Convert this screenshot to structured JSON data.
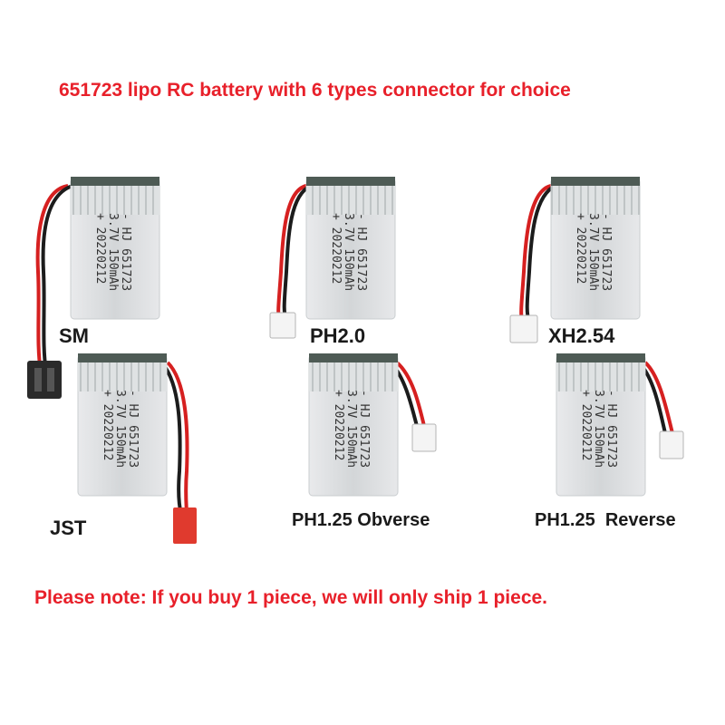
{
  "title": "651723 lipo RC battery with 6 types connector for choice",
  "note": "Please note: If you buy 1 piece, we will only ship 1 piece.",
  "battery_label": {
    "line1": "- HJ 651723",
    "line2": "3.7V 150mAh",
    "line3": "+ 20220212"
  },
  "connectors": [
    {
      "label": "SM",
      "connector_color": "#2a2a2a"
    },
    {
      "label": "PH2.0",
      "connector_color": "#f4f4f4"
    },
    {
      "label": "XH2.54",
      "connector_color": "#f4f4f4"
    },
    {
      "label": "JST",
      "connector_color": "#e03a2e"
    },
    {
      "label": "PH1.25 Obverse",
      "connector_color": "#f4f4f4"
    },
    {
      "label": "PH1.25  Reverse",
      "connector_color": "#f4f4f4"
    }
  ],
  "colors": {
    "accent_red": "#e8202a",
    "wire_red": "#d62020",
    "wire_black": "#1c1c1c"
  }
}
